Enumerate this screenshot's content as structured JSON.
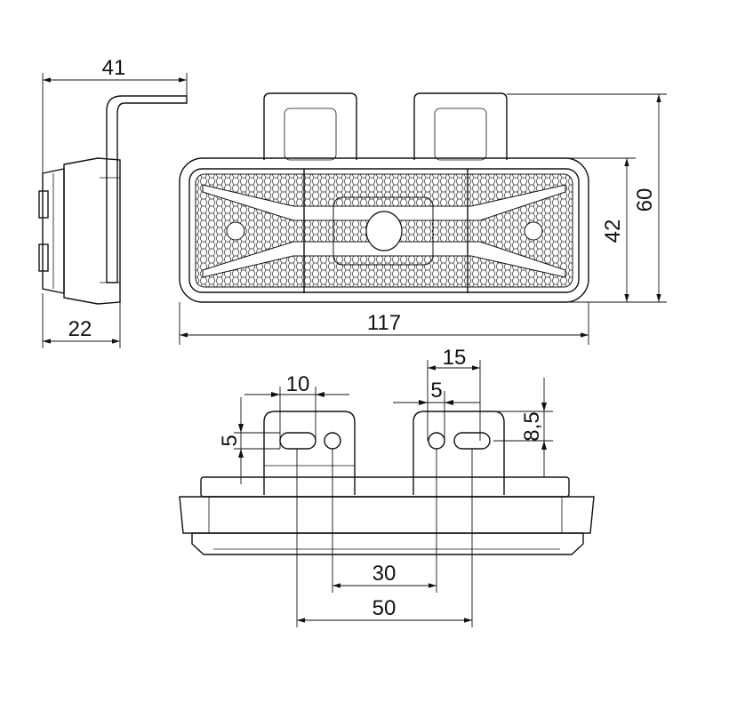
{
  "drawing": {
    "side_view": {
      "height_dim": "41",
      "depth_dim": "22"
    },
    "front_view": {
      "width_dim": "117",
      "lens_height_dim": "42",
      "total_height_dim": "60"
    },
    "bottom_view": {
      "slot_length_dim": "10",
      "slot_height_dim": "5",
      "right_offset_dim": "15",
      "hole_offset_dim": "5",
      "hole_height_dim": "8,5",
      "hole_spacing_dim": "30",
      "slot_spacing_dim": "50"
    }
  }
}
